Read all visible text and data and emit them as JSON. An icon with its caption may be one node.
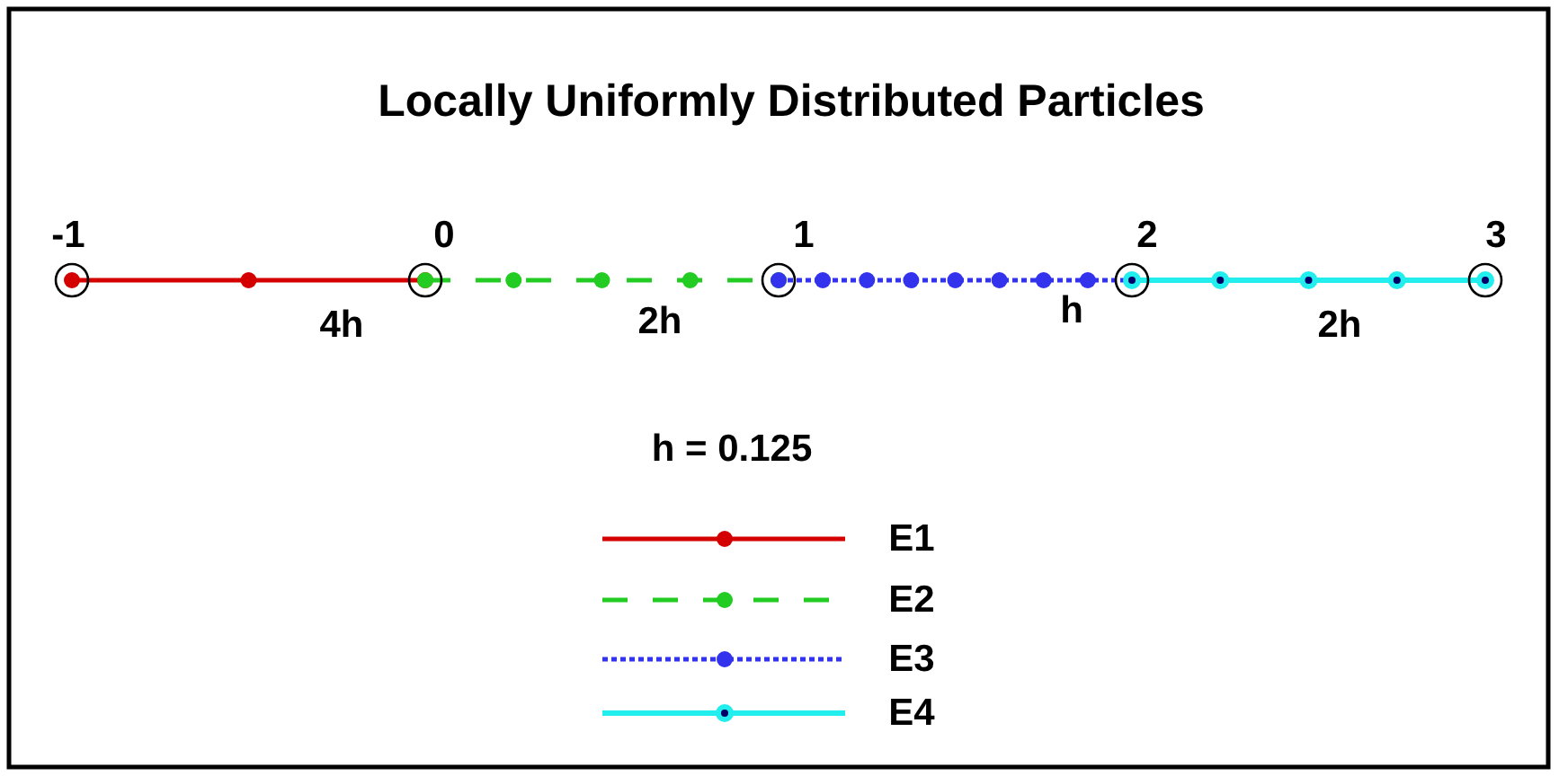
{
  "diagram": {
    "title": "Locally Uniformly Distributed Particles",
    "labels": [
      "-1",
      "0",
      "1",
      "2",
      "3",
      "4h",
      "2h",
      "h",
      "2h",
      "h = 0.125"
    ],
    "legend": [
      {
        "text": "E1"
      },
      {
        "text": "E2"
      },
      {
        "text": "E3"
      },
      {
        "text": "E4"
      }
    ]
  }
}
